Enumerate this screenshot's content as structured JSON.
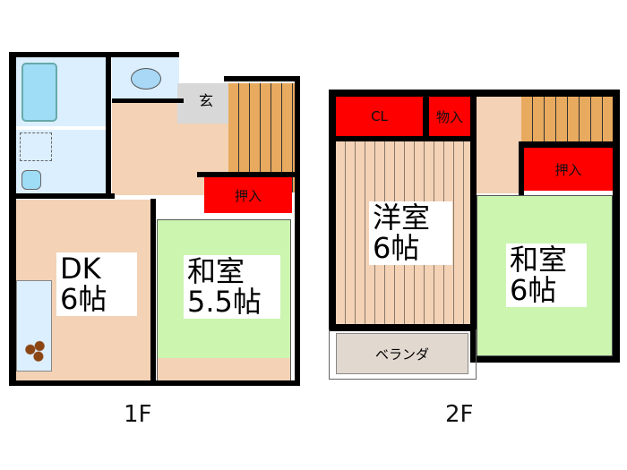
{
  "floors": [
    {
      "label": "1F",
      "rooms": {
        "dk": {
          "name": "DK",
          "size": "6帖"
        },
        "washitsu": {
          "name": "和室",
          "size": "5.5帖"
        },
        "oshiire": "押入",
        "genkan": "玄"
      }
    },
    {
      "label": "2F",
      "rooms": {
        "yoshitsu": {
          "name": "洋室",
          "size": "6帖"
        },
        "washitsu": {
          "name": "和室",
          "size": "6帖"
        },
        "cl": "CL",
        "monoire": "物入",
        "oshiire": "押入",
        "veranda": "ベランダ"
      }
    }
  ],
  "colors": {
    "wall": "#000000",
    "storage": "#ff0000",
    "tatami": "#ccf5b0",
    "flooring": "#f3d2b6",
    "wet_area": "#dcefff",
    "stairs": "#e8aa5e",
    "entry": "#d8d8d8",
    "veranda": "#e1d8cf"
  }
}
